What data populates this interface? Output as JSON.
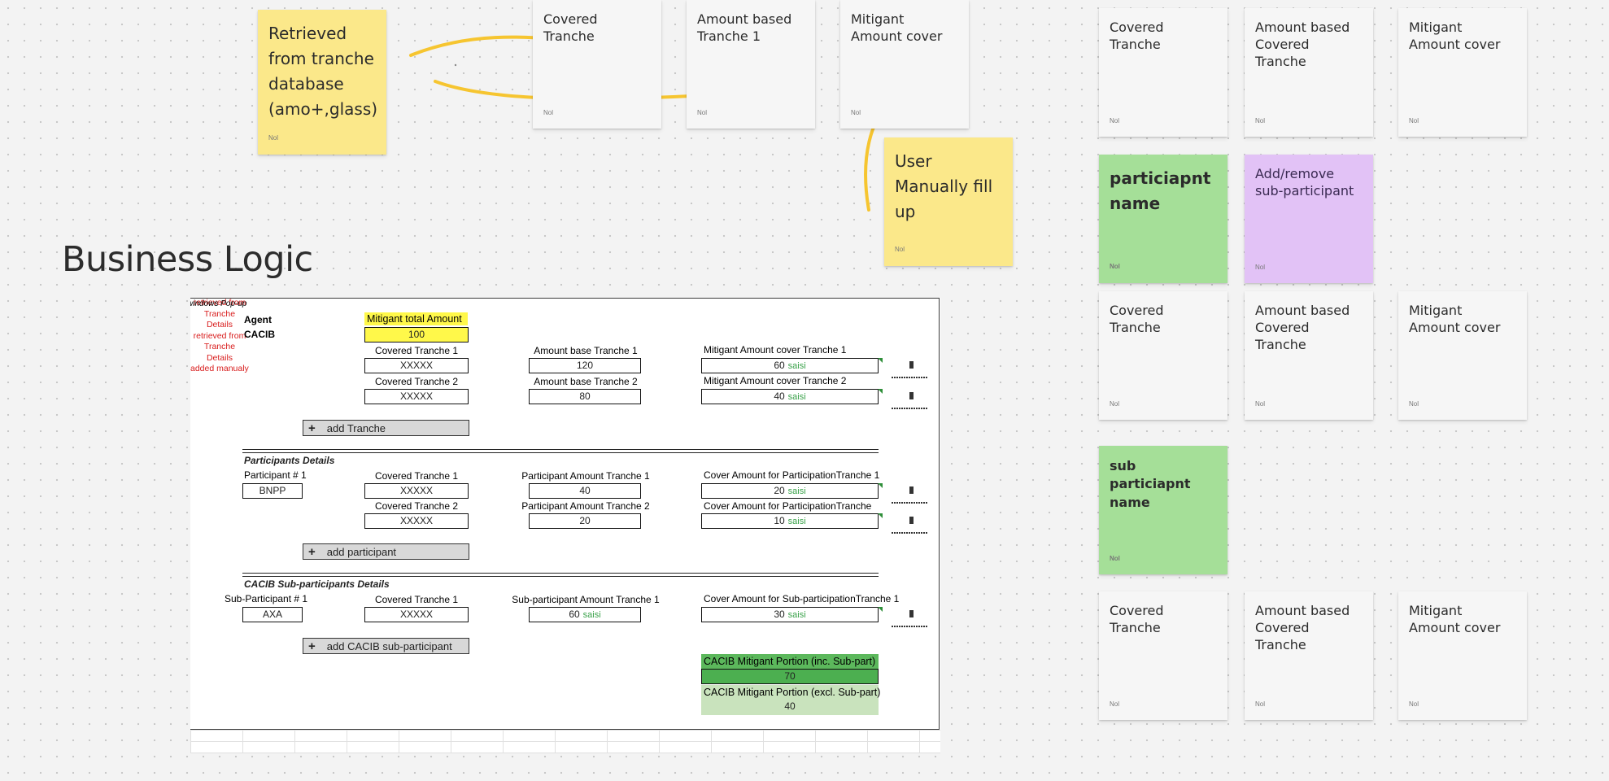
{
  "board": {
    "section_title": "Business Logic",
    "author": "Nol",
    "colors": {
      "yellow": "#fbe88a",
      "white": "#f6f6f6",
      "green": "#a5df98",
      "purple": "#e2c2f6",
      "arrow": "#f6c530"
    }
  },
  "stickies": {
    "retrieved": "Retrieved from tranche database (amo+,glass)",
    "top_covered": "Covered Tranche",
    "top_amount": "Amount based Tranche 1",
    "top_mitigant": "Mitigant Amount cover",
    "user_manual": "User Manually fill up",
    "r1_covered": "Covered Tranche",
    "r1_amount": "Amount based Covered Tranche",
    "r1_mitigant": "Mitigant Amount cover",
    "participant_name": "particiapnt name",
    "add_remove_sub": "Add/remove sub-participant",
    "r2_covered": "Covered Tranche",
    "r2_amount": "Amount based Covered Tranche",
    "r2_mitigant": "Mitigant Amount cover",
    "sub_participant_name": "sub particiapnt name",
    "r3_covered": "Covered Tranche",
    "r3_amount": "Amount based Covered Tranche",
    "r3_mitigant": "Mitigant Amount cover"
  },
  "sheet": {
    "caption": "windows Pop-up",
    "agent_label": "Agent",
    "agent_value": "CACIB",
    "mitigant_total_label": "Mitigant total Amount",
    "mitigant_total_value": "100",
    "retrieved_note": "retrieved from Tranche Details",
    "added_note": "added manualy",
    "saisi": "saisi",
    "tranches": [
      {
        "covered_label": "Covered Tranche 1",
        "covered_value": "XXXXX",
        "amount_label": "Amount base Tranche 1",
        "amount_value": "120",
        "mitigant_label": "Mitigant Amount cover Tranche 1",
        "mitigant_value": "60"
      },
      {
        "covered_label": "Covered Tranche 2",
        "covered_value": "XXXXX",
        "amount_label": "Amount base Tranche 2",
        "amount_value": "80",
        "mitigant_label": "Mitigant Amount cover Tranche 2",
        "mitigant_value": "40"
      }
    ],
    "add_tranche": "add Tranche",
    "participants_title": "Participants Details",
    "participant_label": "Participant # 1",
    "participant_value": "BNPP",
    "participants": [
      {
        "covered_label": "Covered Tranche 1",
        "covered_value": "XXXXX",
        "amount_label": "Participant Amount Tranche 1",
        "amount_value": "40",
        "cover_label": "Cover Amount  for ParticipationTranche 1",
        "cover_value": "20"
      },
      {
        "covered_label": "Covered Tranche 2",
        "covered_value": "XXXXX",
        "amount_label": "Participant Amount Tranche 2",
        "amount_value": "20",
        "cover_label": "Cover Amount  for ParticipationTranche",
        "cover_value": "10"
      }
    ],
    "add_participant": "add participant",
    "sub_title": "CACIB Sub-participants Details",
    "sub_label": "Sub-Participant # 1",
    "sub_value": "AXA",
    "sub_covered_label": "Covered Tranche 1",
    "sub_covered_value": "XXXXX",
    "sub_amount_label": "Sub-participant Amount Tranche 1",
    "sub_amount_value": "60",
    "sub_cover_label": "Cover Amount  for Sub-participationTranche 1",
    "sub_cover_value": "30",
    "add_sub": "add CACIB sub-participant",
    "portion_inc_label": "CACIB Mitigant Portion (inc. Sub-part)",
    "portion_inc_value": "70",
    "portion_excl_label": "CACIB Mitigant Portion (excl. Sub-part)",
    "portion_excl_value": "40"
  }
}
